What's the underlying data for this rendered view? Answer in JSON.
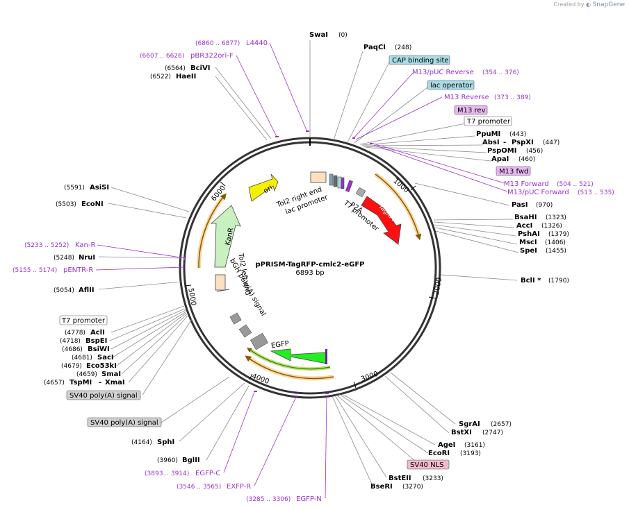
{
  "credit": {
    "prefix": "Created by",
    "brand": "SnapGene"
  },
  "plasmid": {
    "name": "pPRISM-TagRFP-cmlc2-eGFP",
    "length": "6893 bp",
    "bp": 6893
  },
  "ticks": [
    "1000",
    "2000",
    "3000",
    "4000",
    "5000",
    "6000"
  ],
  "features": {
    "ori": {
      "label": "ori",
      "color": "#f5f000"
    },
    "kanr": {
      "label": "KanR",
      "color": "#c8f0c0"
    },
    "tagrfp": {
      "label": "TagRFP",
      "color": "#ff1010"
    },
    "egfp": {
      "label": "EGFP",
      "color": "#22ee22"
    },
    "tol2_right": {
      "label": "Tol2 right end",
      "color": "#fde0c0"
    },
    "tol2_left": {
      "label": "Tol2 left end",
      "color": "#fde0c0"
    },
    "lac_promoter": {
      "label": "lac promoter"
    },
    "p2a": {
      "label": "P2A"
    },
    "t7_promoter_inner": {
      "label": "T7 promoter"
    },
    "bgh": {
      "label": "bGH poly(A) signal"
    }
  },
  "enzymes": {
    "swai": {
      "name": "SwaI",
      "pos": "(0)"
    },
    "paqci": {
      "name": "PaqCI",
      "pos": "(248)"
    },
    "ppumi": {
      "name": "PpuMI",
      "pos": "(443)"
    },
    "absi": {
      "name": "AbsI",
      "sep": "-",
      "name2": "PspXI",
      "pos": "(447)"
    },
    "pspomi": {
      "name": "PspOMI",
      "pos": "(456)"
    },
    "apai": {
      "name": "ApaI",
      "pos": "(460)"
    },
    "pasi": {
      "name": "PasI",
      "pos": "(970)"
    },
    "bsahi": {
      "name": "BsaHI",
      "pos": "(1323)"
    },
    "acci": {
      "name": "AccI",
      "pos": "(1326)"
    },
    "pshai": {
      "name": "PshAI",
      "pos": "(1379)"
    },
    "msci": {
      "name": "MscI",
      "pos": "(1406)"
    },
    "spei": {
      "name": "SpeI",
      "pos": "(1455)"
    },
    "bcli": {
      "name": "BclI *",
      "pos": "(1790)"
    },
    "sgrai": {
      "name": "SgrAI",
      "pos": "(2657)"
    },
    "bstxi": {
      "name": "BstXI",
      "pos": "(2747)"
    },
    "agei": {
      "name": "AgeI",
      "pos": "(3161)"
    },
    "ecori": {
      "name": "EcoRI",
      "pos": "(3193)"
    },
    "bsteii": {
      "name": "BstEII",
      "pos": "(3233)"
    },
    "bseri": {
      "name": "BseRI",
      "pos": "(3270)"
    },
    "bglii": {
      "name": "BglII",
      "pos": "(3960)"
    },
    "sphi": {
      "name": "SphI",
      "pos": "(4164)"
    },
    "tspmi": {
      "name": "TspMI",
      "sep": "-",
      "name2": "XmaI",
      "pos": "(4657)"
    },
    "smai": {
      "name": "SmaI",
      "pos": "(4659)"
    },
    "eco53ki": {
      "name": "Eco53kI",
      "pos": "(4679)"
    },
    "saci": {
      "name": "SacI",
      "pos": "(4681)"
    },
    "bsiwi": {
      "name": "BsiWI",
      "pos": "(4686)"
    },
    "bspei": {
      "name": "BspEI",
      "pos": "(4718)"
    },
    "acli": {
      "name": "AclI",
      "pos": "(4778)"
    },
    "aflii": {
      "name": "AflII",
      "pos": "(5054)"
    },
    "nrui": {
      "name": "NruI",
      "pos": "(5248)"
    },
    "ecoi": {
      "name": "EcoNI",
      "pos": "(5503)"
    },
    "asisi": {
      "name": "AsiSI",
      "pos": "(5591)"
    },
    "haeii": {
      "name": "HaeII",
      "pos": "(6522)"
    },
    "bcivi": {
      "name": "BciVI",
      "pos": "(6564)"
    }
  },
  "primers": {
    "l4440": {
      "name": "L4440",
      "range": "(6860 .. 6877)"
    },
    "pbr322": {
      "name": "pBR322ori-F",
      "range": "(6607 .. 6626)"
    },
    "m13puc_rev": {
      "name": "M13/pUC Reverse",
      "range": "(354 .. 376)"
    },
    "m13_reverse": {
      "name": "M13 Reverse",
      "range": "(373 .. 389)"
    },
    "m13_forward": {
      "name": "M13 Forward",
      "range": "(504 .. 521)"
    },
    "m13puc_fwd": {
      "name": "M13/pUC Forward",
      "range": "(513 .. 535)"
    },
    "kanr_p": {
      "name": "Kan-R",
      "range": "(5233 .. 5252)"
    },
    "pentr": {
      "name": "pENTR-R",
      "range": "(5155 .. 5174)"
    },
    "egfpc": {
      "name": "EGFP-C",
      "range": "(3893 .. 3914)"
    },
    "exfpr": {
      "name": "EXFP-R",
      "range": "(3546 .. 3565)"
    },
    "egfpn": {
      "name": "EGFP-N",
      "range": "(3285 .. 3306)"
    }
  },
  "boxes": {
    "cap": {
      "label": "CAP binding site",
      "color": "#a9dbe6"
    },
    "lacop": {
      "label": "lac operator",
      "color": "#a9dbe6"
    },
    "m13rev": {
      "label": "M13 rev",
      "color": "#e6b7f0"
    },
    "t7top": {
      "label": "T7 promoter",
      "color": "#ffffff"
    },
    "m13fwd": {
      "label": "M13 fwd",
      "color": "#e6b7f0"
    },
    "t7left": {
      "label": "T7 promoter",
      "color": "#ffffff"
    },
    "sv40a": {
      "label": "SV40 poly(A) signal",
      "color": "#d0d0d0"
    },
    "sv40b": {
      "label": "SV40 poly(A) signal",
      "color": "#d0d0d0"
    },
    "sv40nls": {
      "label": "SV40 NLS",
      "color": "#f1b9c9"
    }
  }
}
